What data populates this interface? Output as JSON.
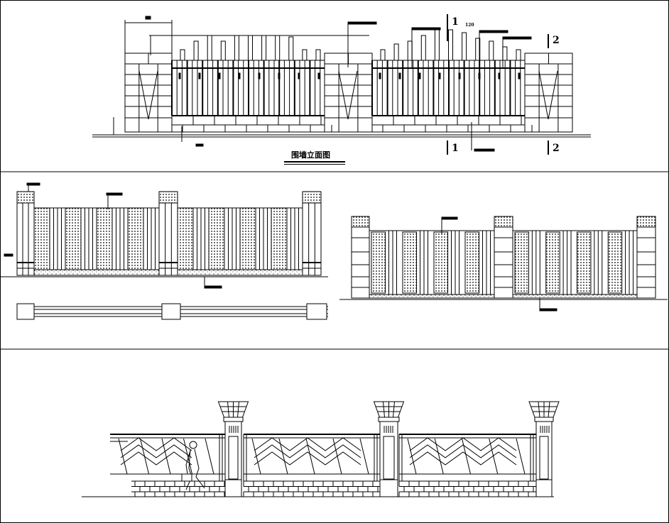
{
  "drawing": {
    "title": "围墙立面图",
    "section_marks": [
      "1",
      "1",
      "2",
      "2"
    ],
    "dimension_label": "120",
    "line_color": "#000000",
    "background": "#ffffff"
  }
}
